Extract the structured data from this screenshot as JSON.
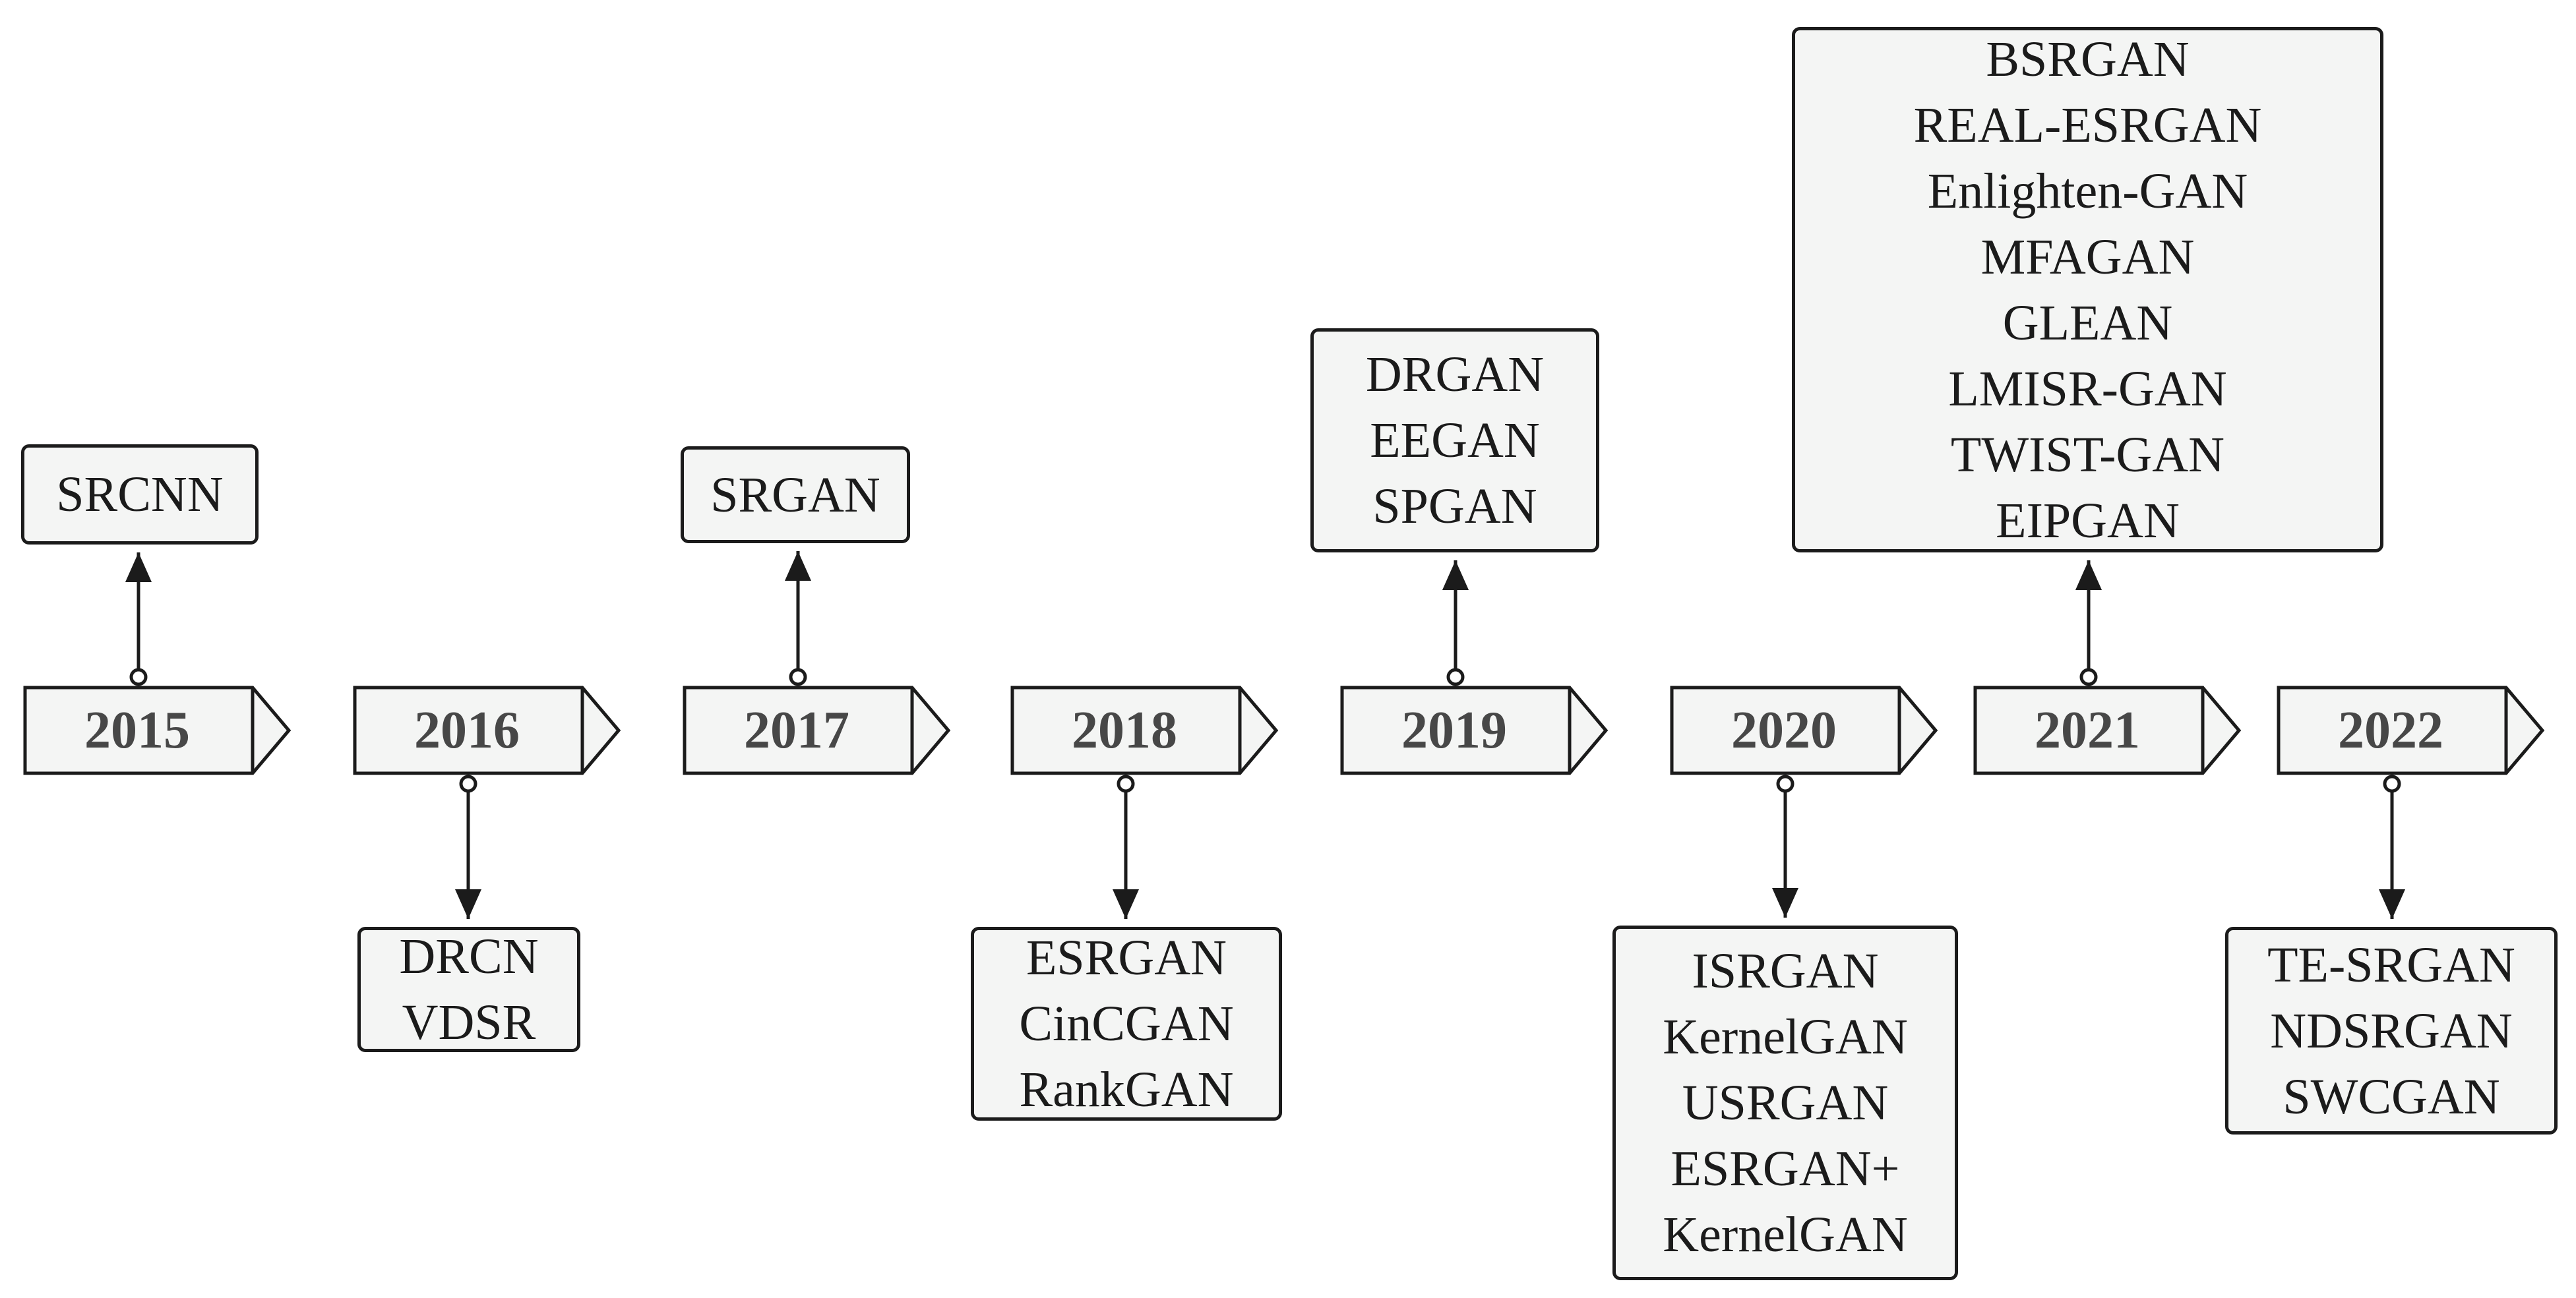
{
  "milestones": [
    {
      "year": "2015",
      "models": [
        "SRCNN"
      ],
      "position": "above"
    },
    {
      "year": "2016",
      "models": [
        "DRCN",
        "VDSR"
      ],
      "position": "below"
    },
    {
      "year": "2017",
      "models": [
        "SRGAN"
      ],
      "position": "above"
    },
    {
      "year": "2018",
      "models": [
        "ESRGAN",
        "CinCGAN",
        "RankGAN"
      ],
      "position": "below"
    },
    {
      "year": "2019",
      "models": [
        "DRGAN",
        "EEGAN",
        "SPGAN"
      ],
      "position": "above"
    },
    {
      "year": "2020",
      "models": [
        "ISRGAN",
        "KernelGAN",
        "USRGAN",
        "ESRGAN+",
        "KernelGAN"
      ],
      "position": "below"
    },
    {
      "year": "2021",
      "models": [
        "BSRGAN",
        "REAL-ESRGAN",
        "Enlighten-GAN",
        "MFAGAN",
        "GLEAN",
        "LMISR-GAN",
        "TWIST-GAN",
        "EIPGAN"
      ],
      "position": "above"
    },
    {
      "year": "2022",
      "models": [
        "TE-SRGAN",
        "NDSRGAN",
        "SWCGAN"
      ],
      "position": "below"
    }
  ],
  "colors": {
    "stroke": "#1b1b1b",
    "fill": "#f4f5f4",
    "year_text": "#474747"
  }
}
